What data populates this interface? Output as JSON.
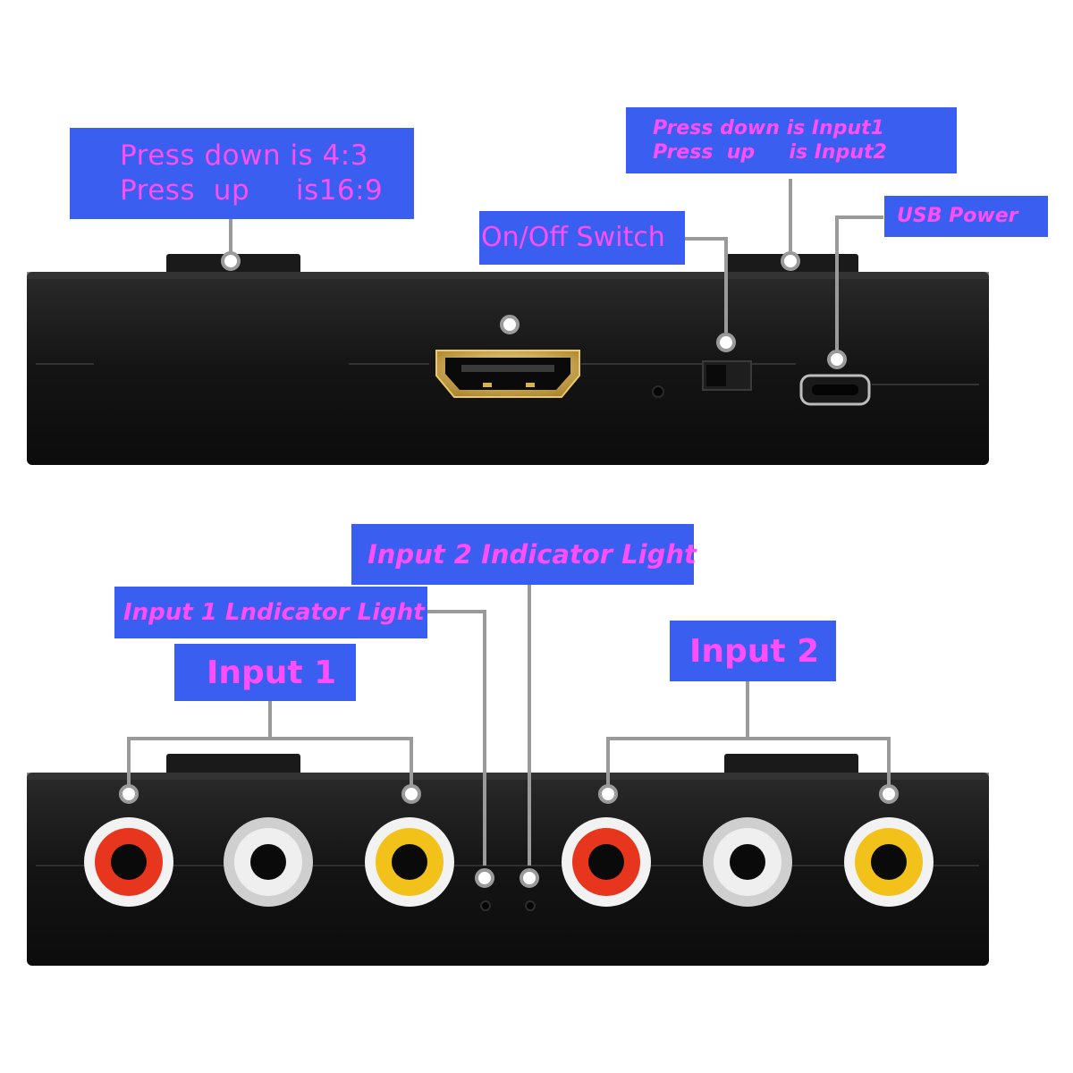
{
  "callouts": {
    "aspect": {
      "line1": "Press down is 4:3",
      "line2": "Press  up     is16:9"
    },
    "input_select": {
      "line1": "Press down is Input1",
      "line2": "Press  up     is Input2"
    },
    "usb_power": "USB Power",
    "on_off_switch": "On/Off Switch",
    "input2_indicator": "Input 2 Indicator Light",
    "input1_indicator": "Input 1 Lndicator Light",
    "input1": "Input 1",
    "input2": "Input 2"
  },
  "colors": {
    "label_bg": "#3a5ff0",
    "label_text": "#ff4dff",
    "device_body": "#151515",
    "rca_red": "#e8351e",
    "rca_white": "#e6e6e6",
    "rca_yellow": "#f2c21a",
    "hdmi_gold": "#d9b24a",
    "leader_line": "#9a9a9a"
  }
}
